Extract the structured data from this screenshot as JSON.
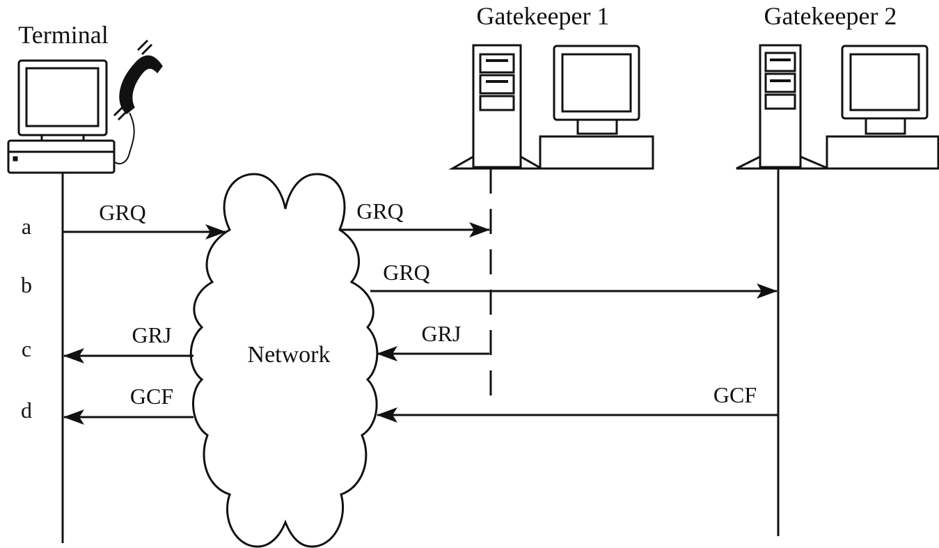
{
  "entities": {
    "terminal": "Terminal",
    "gatekeeper1": "Gatekeeper 1",
    "gatekeeper2": "Gatekeeper 2",
    "network": "Network"
  },
  "steps": [
    "a",
    "b",
    "c",
    "d"
  ],
  "messages": {
    "a_left": "GRQ",
    "a_right": "GRQ",
    "b": "GRQ",
    "c_left": "GRJ",
    "c_right": "GRJ",
    "d_left": "GCF",
    "d_right": "GCF"
  },
  "icons": {
    "terminal": "desktop-computer-with-telephone-icon",
    "gatekeeper1": "tower-server-with-monitor-icon",
    "gatekeeper2": "tower-server-with-monitor-icon"
  }
}
